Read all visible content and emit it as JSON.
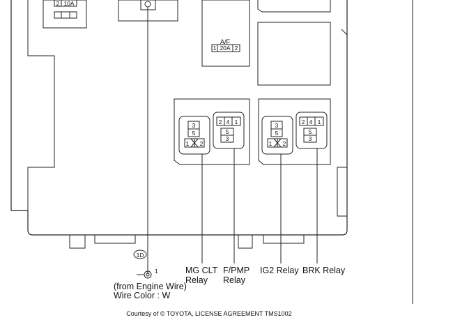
{
  "diagram": {
    "fuses": {
      "top_left": [
        "2",
        "10A"
      ],
      "af_name": "A/F",
      "af_pins": [
        "1",
        "20A",
        "2"
      ]
    },
    "relays": {
      "mg_clt": {
        "label_line1": "MG CLT",
        "label_line2": "Relay",
        "pins": [
          "3",
          "5",
          "1",
          "2"
        ]
      },
      "fpmp": {
        "label_line1": "F/PMP",
        "label_line2": "Relay",
        "pins": [
          "2",
          "4",
          "1",
          "5",
          "3"
        ]
      },
      "ig2": {
        "label": "IG2 Relay",
        "pins": [
          "3",
          "5",
          "1",
          "2"
        ]
      },
      "brk": {
        "label": "BRK Relay",
        "pins": [
          "2",
          "4",
          "1",
          "5",
          "3"
        ]
      }
    },
    "ground": {
      "connector_code": "1D",
      "terminal_number": "1",
      "note_line1": "(from Engine Wire)",
      "note_line2": "Wire Color : W"
    },
    "footer": "Courtesy of © TOYOTA, LICENSE AGREEMENT TMS1002"
  }
}
